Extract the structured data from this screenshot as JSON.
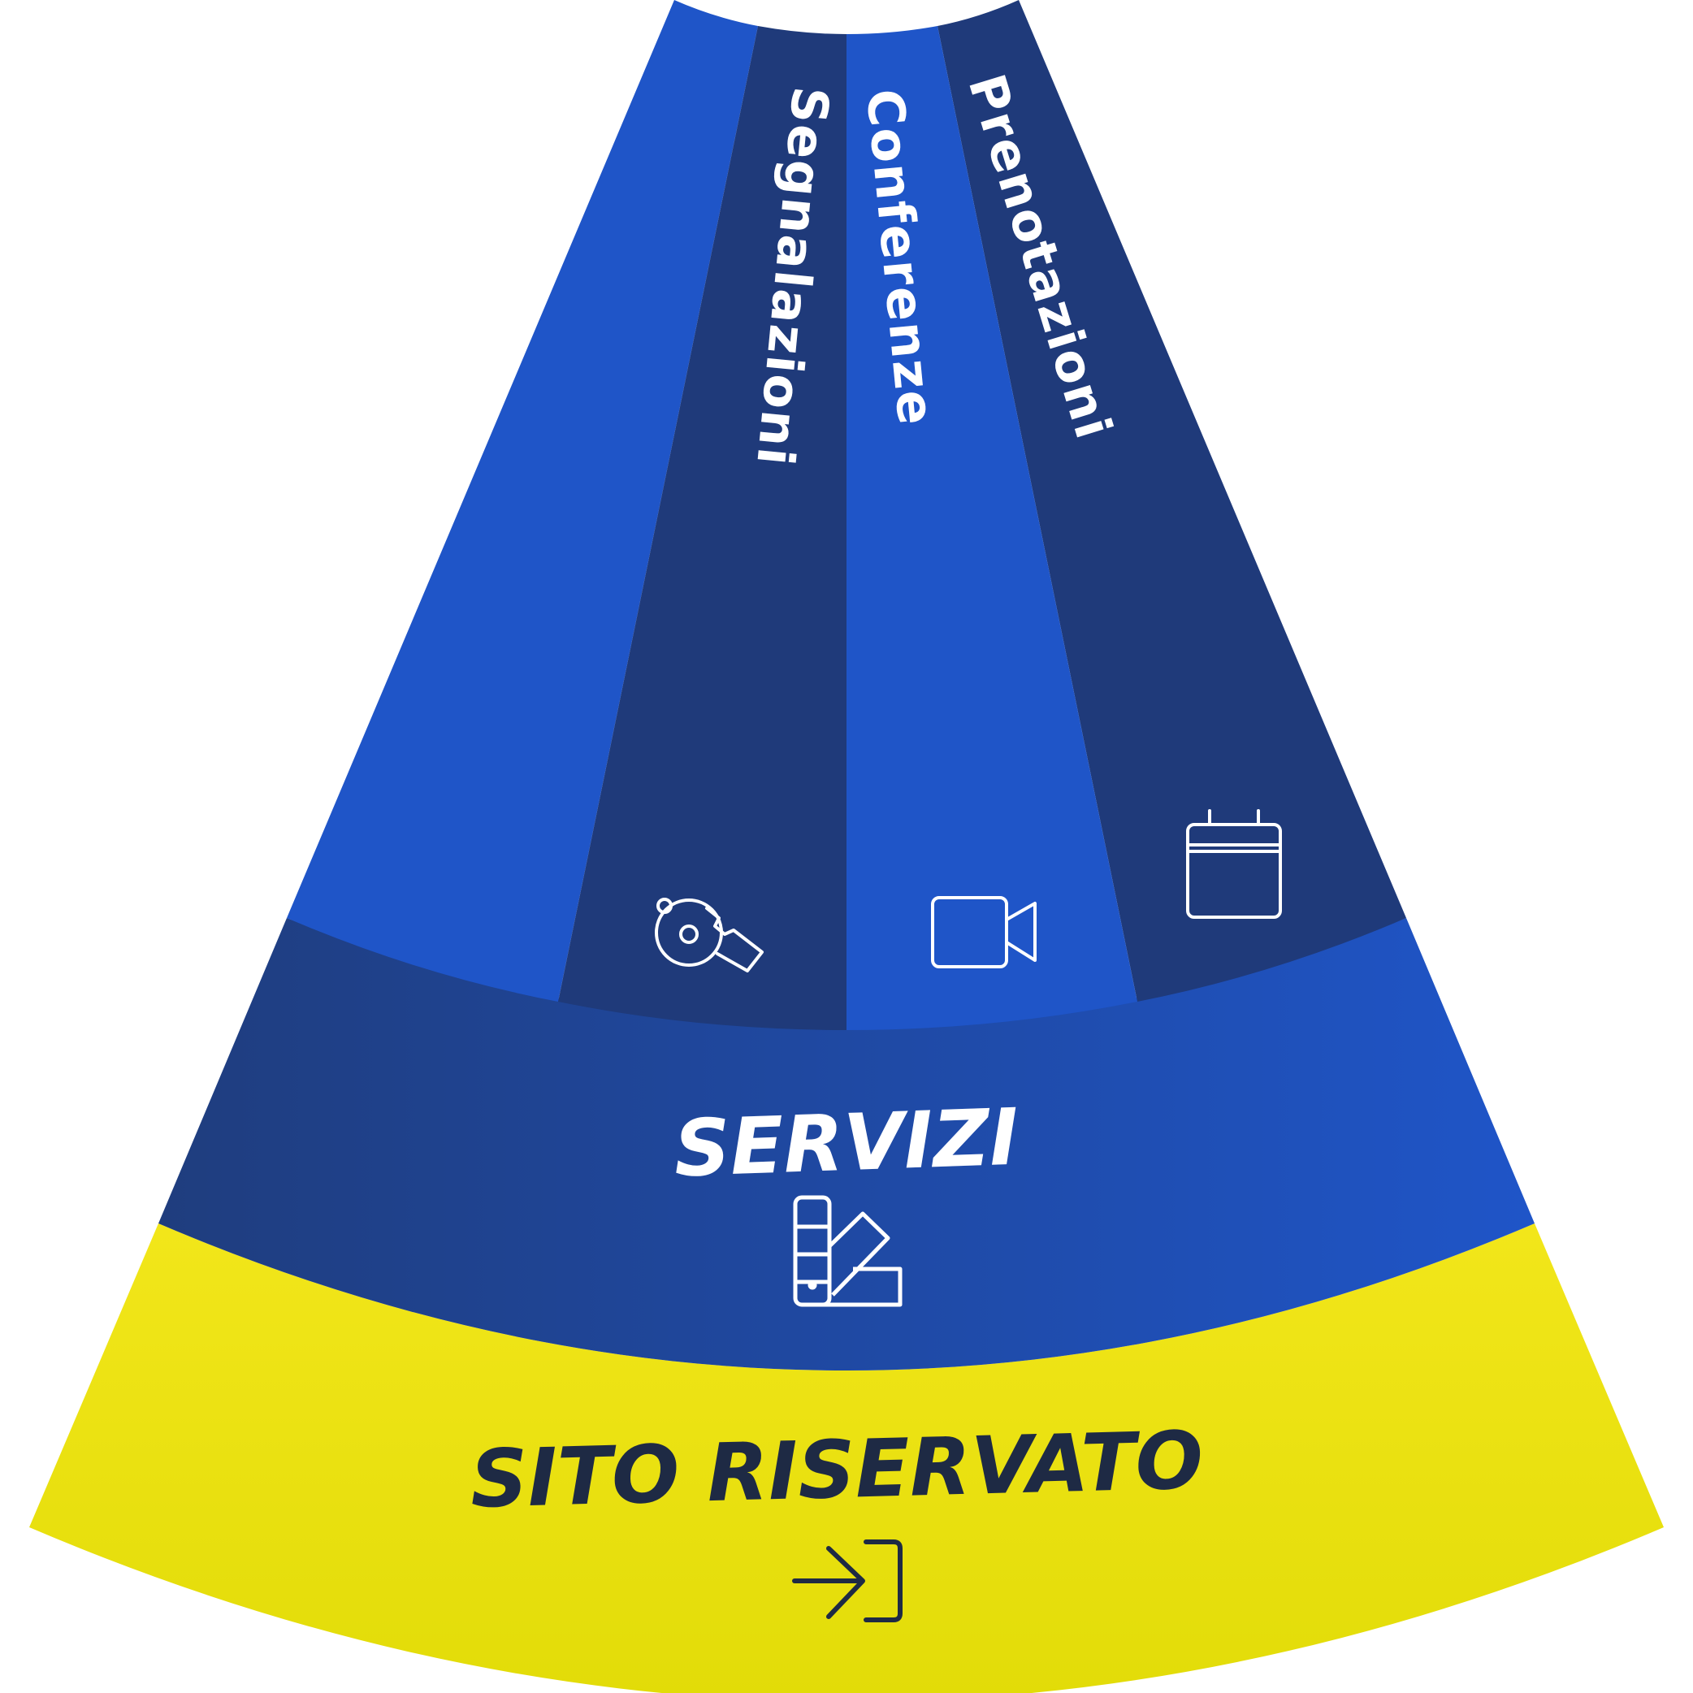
{
  "sectors": {
    "reserved": {
      "label": "SITO RISERVATO",
      "icon": "login-arrow-icon",
      "color_top": "#F2E61A",
      "color_bottom": "#E2DC08",
      "text_color": "#1E2A44"
    },
    "services": {
      "label": "SERVIZI",
      "icon": "color-swatch-icon",
      "color_left": "#1F3D7E",
      "color_right": "#1F55C8",
      "text_color": "#FFFFFF"
    },
    "top_band": {
      "color_light": "#1F55C8",
      "color_dark": "#1F3A7A",
      "items": [
        {
          "label": "Segnalazioni",
          "icon": "whistle-icon"
        },
        {
          "label": "Conferenze",
          "icon": "video-camera-icon"
        },
        {
          "label": "Prenotazioni",
          "icon": "calendar-icon"
        }
      ]
    }
  }
}
